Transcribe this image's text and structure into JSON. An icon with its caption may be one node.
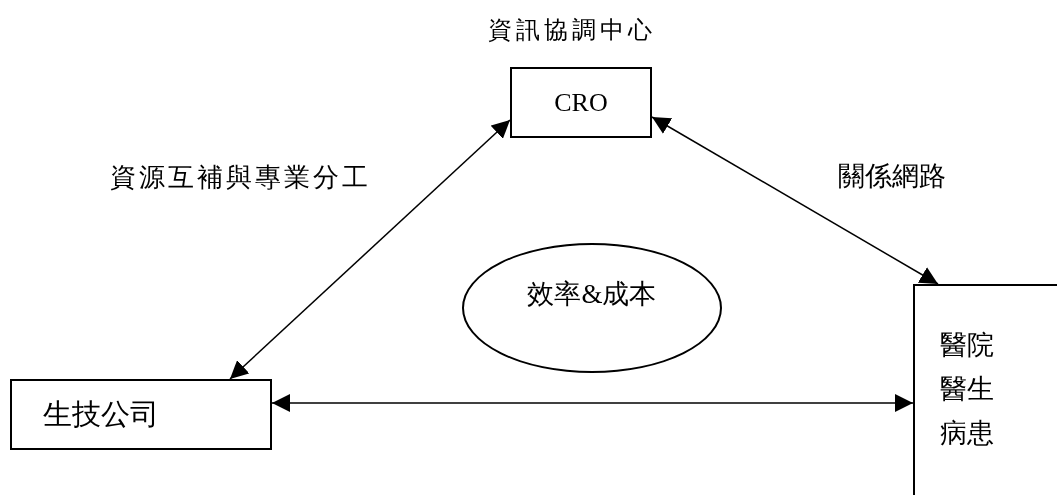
{
  "diagram": {
    "nodes": [
      {
        "text": [
          "CRO"
        ],
        "beside": [
          "資訊協調中心"
        ]
      },
      {
        "text": [
          "效率&成本"
        ]
      },
      {
        "text": [
          "生技公司"
        ]
      },
      {
        "text": [
          "醫院",
          "醫生",
          "病患"
        ]
      }
    ],
    "edges": [
      {
        "from": 0,
        "to": 2,
        "arrow": "both",
        "label": "資源互補與專業分工"
      },
      {
        "from": 0,
        "to": 3,
        "arrow": "both",
        "label": "關係網路"
      },
      {
        "from": 2,
        "to": 3,
        "arrow": "both"
      }
    ]
  }
}
